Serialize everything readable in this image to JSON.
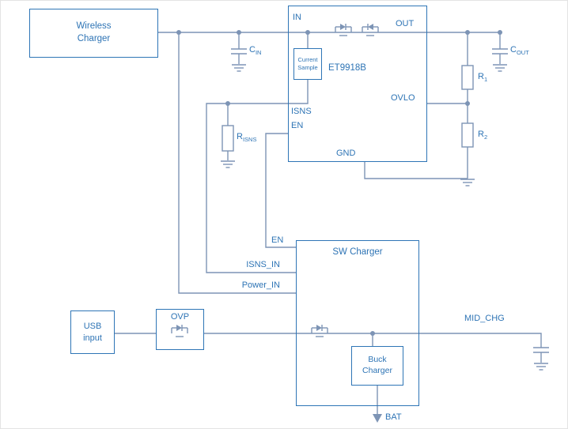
{
  "colors": {
    "wire": "#7d94b5",
    "box_border": "#2e75b6",
    "text": "#2e74b5",
    "background": "#ffffff"
  },
  "blocks": {
    "wireless_charger": {
      "line1": "Wireless",
      "line2": "Charger"
    },
    "ic": {
      "part_number": "ET9918B",
      "pins": {
        "in": "IN",
        "out": "OUT",
        "isns": "ISNS",
        "en": "EN",
        "ovlo": "OVLO",
        "gnd": "GND"
      },
      "current_sample": {
        "line1": "Current",
        "line2": "Sample"
      }
    },
    "sw_charger": {
      "title": "SW Charger",
      "pins": {
        "en": "EN",
        "isns_in": "ISNS_IN",
        "power_in": "Power_IN"
      },
      "buck_charger": {
        "line1": "Buck",
        "line2": "Charger"
      }
    },
    "usb_input": {
      "line1": "USB",
      "line2": "input"
    },
    "ovp": {
      "label": "OVP"
    }
  },
  "nets": {
    "mid_chg": "MID_CHG",
    "bat": "BAT"
  },
  "passives": {
    "cin": {
      "symbol": "C",
      "subscript": "IN"
    },
    "cout": {
      "symbol": "C",
      "subscript": "OUT"
    },
    "r1": {
      "symbol": "R",
      "subscript": "1"
    },
    "r2": {
      "symbol": "R",
      "subscript": "2"
    },
    "risns": {
      "symbol": "R",
      "subscript": "ISNS"
    }
  }
}
